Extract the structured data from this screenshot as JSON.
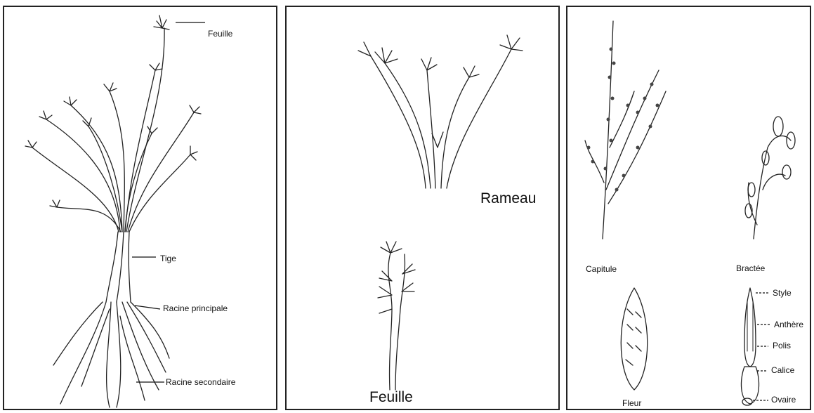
{
  "panel_whole_plant": {
    "labels": {
      "leaf": "Feuille",
      "stem": "Tige",
      "main_root": "Racine principale",
      "secondary_root": "Racine secondaire"
    }
  },
  "panel_branch_leaf": {
    "labels": {
      "branch": "Rameau",
      "leaf": "Feuille"
    }
  },
  "panel_flower": {
    "labels": {
      "capitulum": "Capitule",
      "bract": "Bractée",
      "flower": "Fleur",
      "style": "Style",
      "anther": "Anthère",
      "pollen": "Polis",
      "calyx": "Calice",
      "ovary": "Ovaire"
    }
  }
}
